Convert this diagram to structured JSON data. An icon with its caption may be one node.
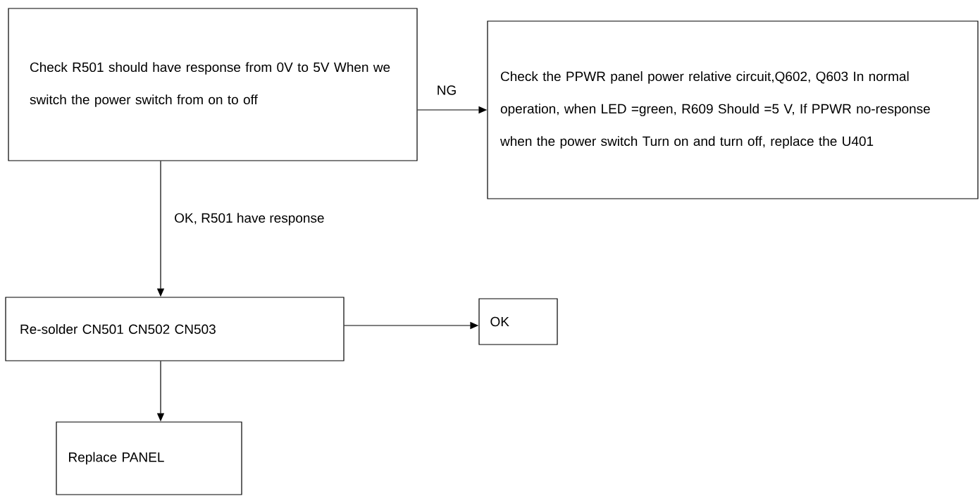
{
  "diagram": {
    "nodes": [
      {
        "text": [
          "Check R501 should have response from 0V to 5V When we switch the power switch from on to off"
        ]
      },
      {
        "text": [
          "Check the PPWR panel power relative circuit,Q602, Q603 In normal operation, when LED =green, R609 Should =5 V, If PPWR no-response when the power switch Turn on and turn off, replace the U401"
        ]
      },
      {
        "text": [
          "Re-solder CN501 CN502 CN503"
        ]
      },
      {
        "text": [
          "OK"
        ]
      },
      {
        "text": [
          "Replace PANEL"
        ]
      }
    ],
    "edges": [
      {
        "from": 0,
        "to": 1,
        "arrow": "to",
        "label": "NG"
      },
      {
        "from": 0,
        "to": 2,
        "arrow": "to",
        "label": "OK, R501 have response"
      },
      {
        "from": 2,
        "to": 3,
        "arrow": "to"
      },
      {
        "from": 2,
        "to": 4,
        "arrow": "to"
      }
    ]
  }
}
